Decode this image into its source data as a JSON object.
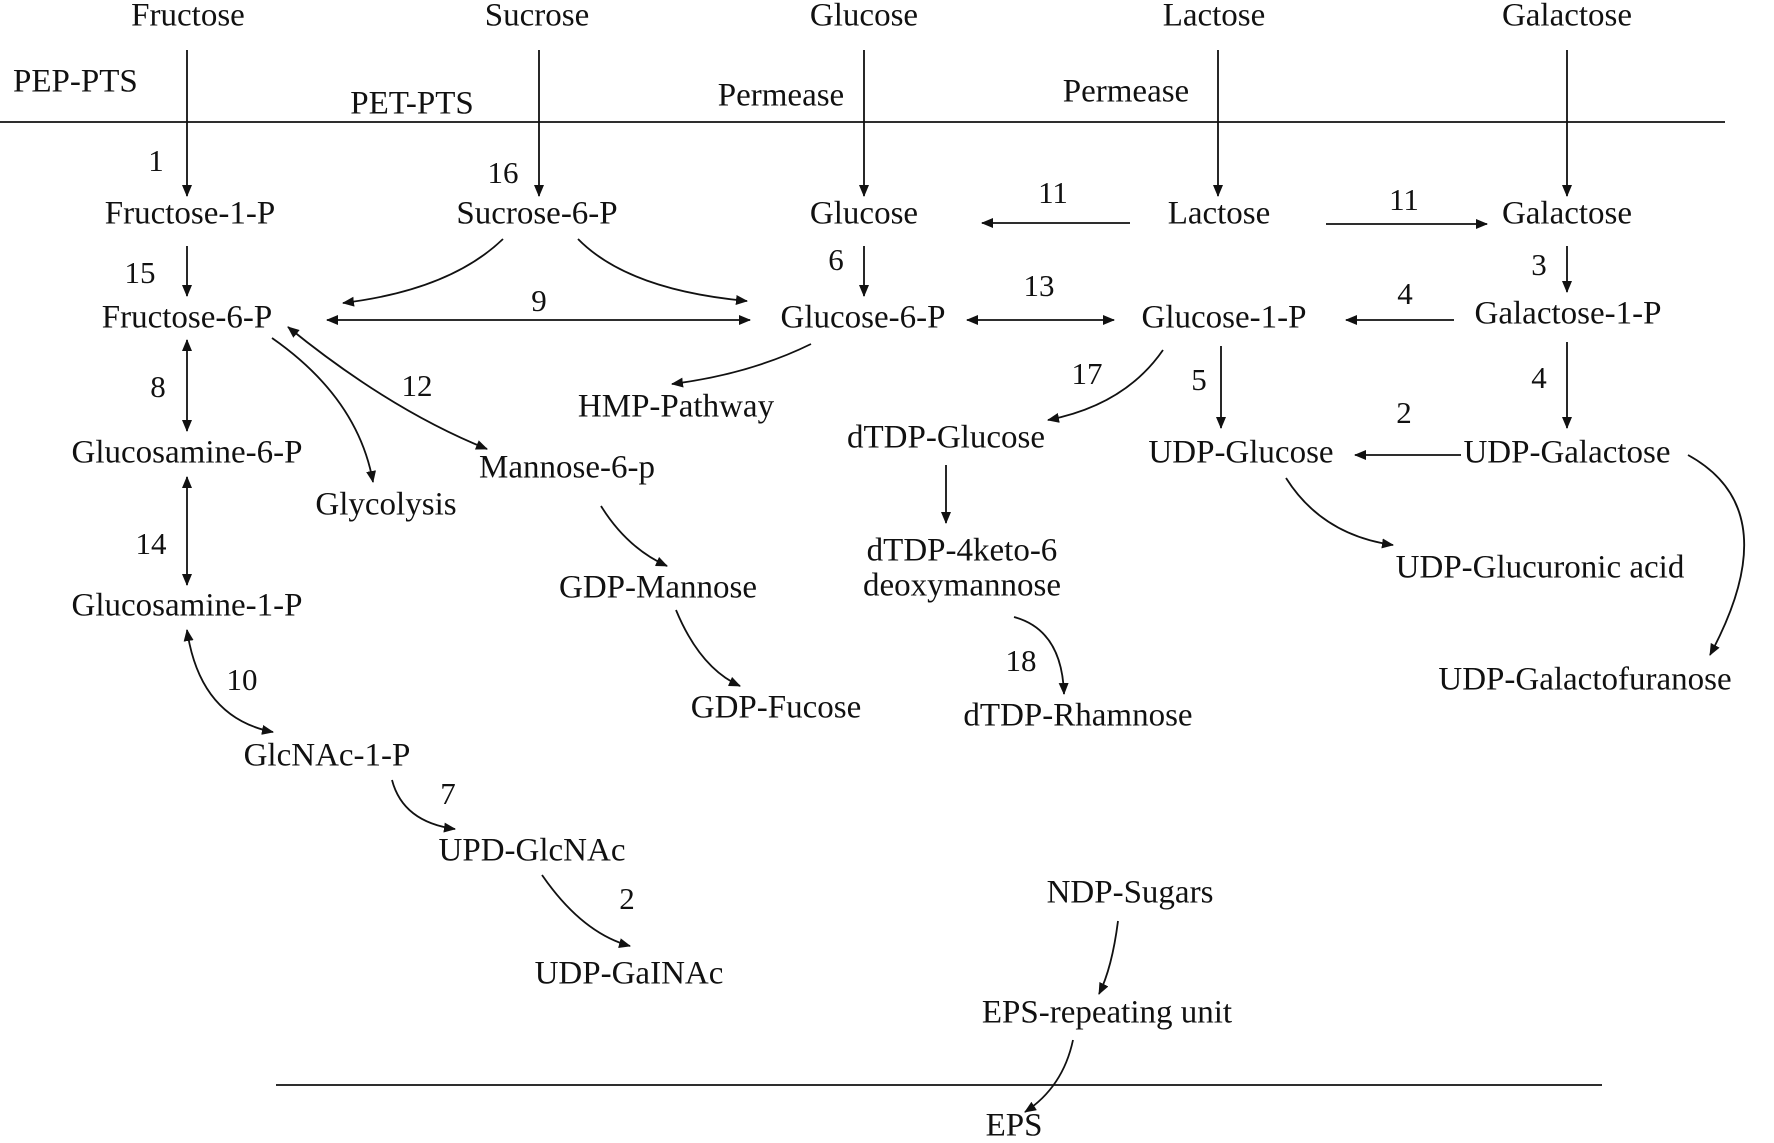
{
  "nodes": {
    "fructose_ext": "Fructose",
    "sucrose_ext": "Sucrose",
    "glucose_ext": "Glucose",
    "lactose_ext": "Lactose",
    "galactose_ext": "Galactose",
    "fructose_1p": "Fructose-1-P",
    "sucrose_6p": "Sucrose-6-P",
    "glucose_in": "Glucose",
    "lactose_in": "Lactose",
    "galactose_in": "Galactose",
    "fructose_6p": "Fructose-6-P",
    "glucose_6p": "Glucose-6-P",
    "glucose_1p": "Glucose-1-P",
    "galactose_1p": "Galactose-1-P",
    "hmp_pathway": "HMP-Pathway",
    "glucosamine_6p": "Glucosamine-6-P",
    "glycolysis": "Glycolysis",
    "mannose_6p": "Mannose-6-p",
    "dtdp_glucose": "dTDP-Glucose",
    "udp_glucose": "UDP-Glucose",
    "udp_galactose": "UDP-Galactose",
    "dtdp_4keto_line1": "dTDP-4keto-6",
    "dtdp_4keto_line2": "deoxymannose",
    "udp_glucuronic": "UDP-Glucuronic acid",
    "glucosamine_1p": "Glucosamine-1-P",
    "gdp_mannose": "GDP-Mannose",
    "udp_galactofuranose": "UDP-Galactofuranose",
    "gdp_fucose": "GDP-Fucose",
    "dtdp_rhamnose": "dTDP-Rhamnose",
    "glcnac_1p": "GlcNAc-1-P",
    "upd_glcnac": "UPD-GlcNAc",
    "ndp_sugars": "NDP-Sugars",
    "udp_galnac": "UDP-GaINAc",
    "eps_repeating": "EPS-repeating unit",
    "eps": "EPS"
  },
  "transport": {
    "pep_pts": "PEP-PTS",
    "pet_pts": "PET-PTS",
    "permease_glucose": "Permease",
    "permease_lactose": "Permease"
  },
  "enzyme_numbers": {
    "n1": "1",
    "n16": "16",
    "n11_left": "11",
    "n11_right": "11",
    "n15": "15",
    "n6": "6",
    "n3": "3",
    "n9": "9",
    "n13": "13",
    "n4_top": "4",
    "n8": "8",
    "n12": "12",
    "n17": "17",
    "n5": "5",
    "n4_right": "4",
    "n2_udp": "2",
    "n14": "14",
    "n10": "10",
    "n18": "18",
    "n7": "7",
    "n2_galnac": "2"
  }
}
